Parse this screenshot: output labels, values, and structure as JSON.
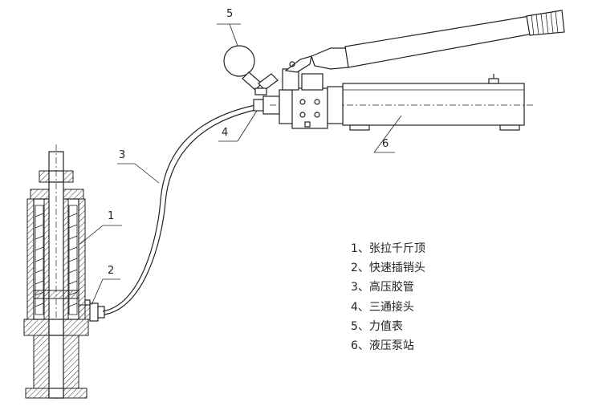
{
  "callouts": {
    "c1": "1",
    "c2": "2",
    "c3": "3",
    "c4": "4",
    "c5": "5",
    "c6": "6"
  },
  "legend": [
    {
      "label": "1、张拉千斤顶"
    },
    {
      "label": "2、快速插销头"
    },
    {
      "label": "3、高压胶管"
    },
    {
      "label": "4、三通接头"
    },
    {
      "label": "5、力值表"
    },
    {
      "label": "6、液压泵站"
    }
  ]
}
